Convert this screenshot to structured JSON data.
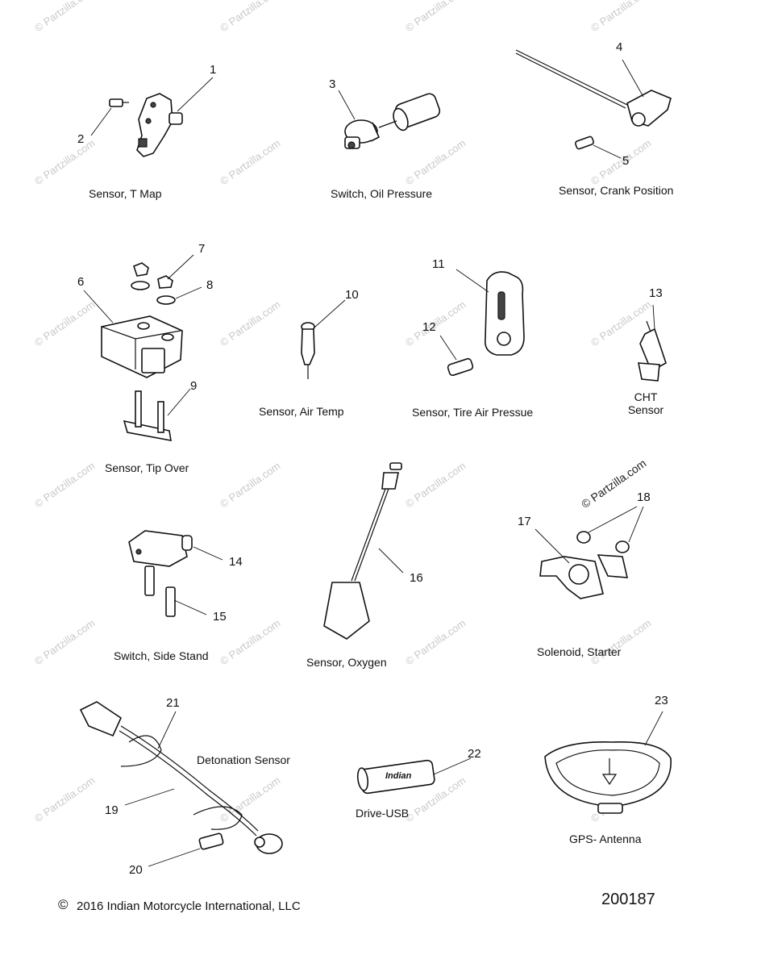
{
  "watermark": {
    "text": "© Partzilla.com",
    "strong_text": "© Partzilla.com"
  },
  "parts": [
    {
      "id": "sensor-t-map",
      "label": "Sensor, T Map",
      "callouts": [
        "1",
        "2"
      ]
    },
    {
      "id": "switch-oil-pressure",
      "label": "Switch, Oil Pressure",
      "callouts": [
        "3"
      ]
    },
    {
      "id": "sensor-crank-position",
      "label": "Sensor, Crank Position",
      "callouts": [
        "4",
        "5"
      ]
    },
    {
      "id": "sensor-tip-over",
      "label": "Sensor, Tip Over",
      "callouts": [
        "6",
        "7",
        "8",
        "9"
      ]
    },
    {
      "id": "sensor-air-temp",
      "label": "Sensor, Air Temp",
      "callouts": [
        "10"
      ]
    },
    {
      "id": "sensor-tire-air-pressure",
      "label": "Sensor, Tire Air Pressue",
      "callouts": [
        "11",
        "12"
      ]
    },
    {
      "id": "cht-sensor",
      "label_line1": "CHT",
      "label_line2": "Sensor",
      "callouts": [
        "13"
      ]
    },
    {
      "id": "switch-side-stand",
      "label": "Switch, Side Stand",
      "callouts": [
        "14",
        "15"
      ]
    },
    {
      "id": "sensor-oxygen",
      "label": "Sensor, Oxygen",
      "callouts": [
        "16"
      ]
    },
    {
      "id": "solenoid-starter",
      "label": "Solenoid, Starter",
      "callouts": [
        "17",
        "18"
      ]
    },
    {
      "id": "detonation-sensor",
      "label": "Detonation Sensor",
      "callouts": [
        "19",
        "20",
        "21"
      ]
    },
    {
      "id": "drive-usb",
      "label": "Drive-USB",
      "callouts": [
        "22"
      ],
      "logo_text": "Indian"
    },
    {
      "id": "gps-antenna",
      "label": "GPS- Antenna",
      "callouts": [
        "23"
      ]
    }
  ],
  "footer": {
    "copyright_symbol": "©",
    "copyright": "2016 Indian Motorcycle International, LLC",
    "diagram_number": "200187"
  }
}
